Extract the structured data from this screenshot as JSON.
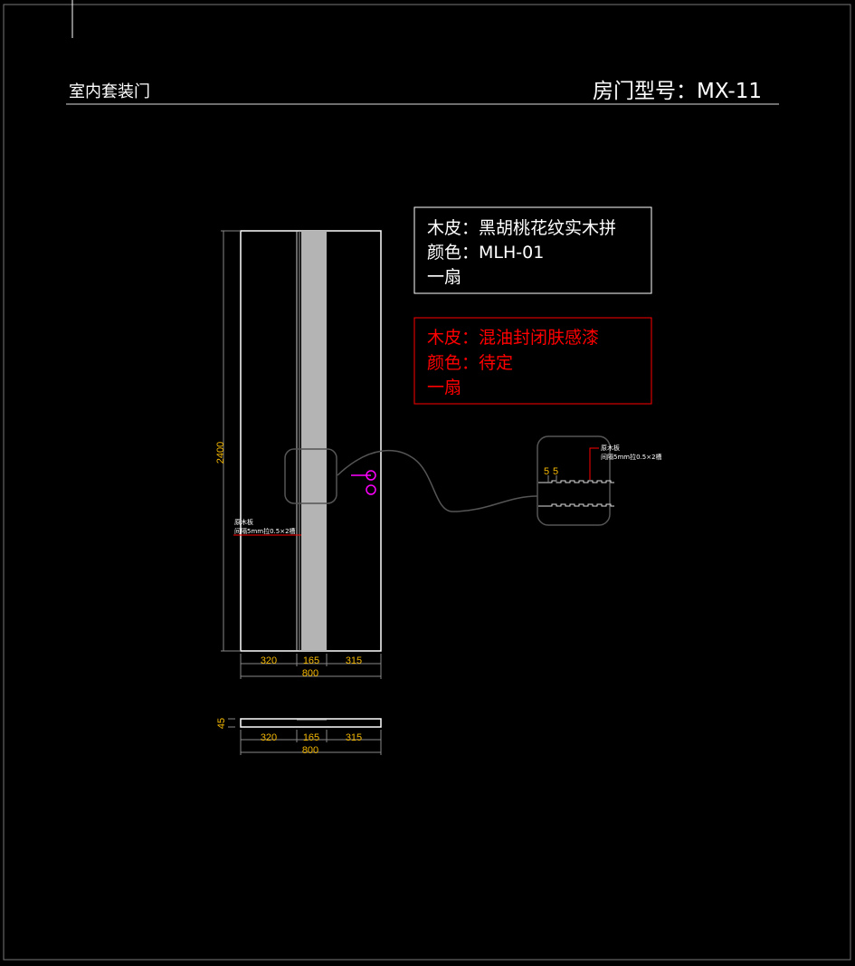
{
  "header": {
    "left_title": "室内套装门",
    "right_title": "房门型号：MX-11"
  },
  "spec_box_1": {
    "line1": "木皮：黑胡桃花纹实木拼",
    "line2": "颜色：MLH-01",
    "line3": "一扇"
  },
  "spec_box_2": {
    "line1": "木皮：混油封闭肤感漆",
    "line2": "颜色：待定",
    "line3": "一扇"
  },
  "elevation": {
    "height_dim": "2400",
    "widths": [
      "320",
      "165",
      "315"
    ],
    "total_width": "800",
    "note_line1": "原木板",
    "note_line2": "间隔5mm拉0.5×2槽"
  },
  "section": {
    "thickness_dim": "45",
    "widths": [
      "320",
      "165",
      "315"
    ],
    "total_width": "800"
  },
  "detail": {
    "dims": [
      "5",
      "5"
    ],
    "note_line1": "原木板",
    "note_line2": "间隔5mm拉0.5×2槽"
  },
  "colors": {
    "line": "#ffffff",
    "dimension": "#f5b800",
    "accent_red": "#ff0000",
    "hardware": "#ff00ff",
    "panel": "#b4b4b4"
  }
}
